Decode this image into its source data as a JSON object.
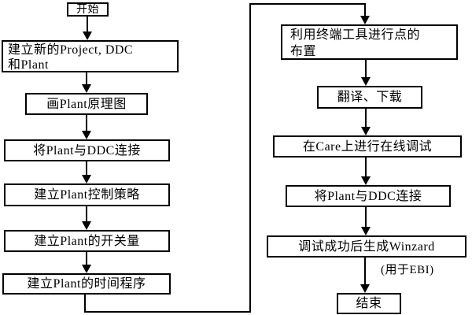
{
  "flowchart": {
    "colors": {
      "background": "#ffffff",
      "line": "#000000",
      "box_border": "#000000",
      "text": "#000000"
    },
    "nodes": {
      "start": "开始",
      "create_project": "建立新的Project, DDC\n和Plant",
      "draw_plant_diagram": "画Plant原理图",
      "connect_plant_ddc_left": "将Plant与DDC连接",
      "create_control_strategy": "建立Plant控制策略",
      "create_switch_quantity": "建立Plant的开关量",
      "create_time_program": "建立Plant的时间程序",
      "terminal_point_layout": "利用终端工具进行点的\n布置",
      "translate_download": "翻译、下载",
      "online_debug_care": "在Care上进行在线调试",
      "connect_plant_ddc_right": "将Plant与DDC连接",
      "generate_winzard": "调试成功后生成Winzard",
      "winzard_note": "(用于EBI)",
      "end": "结束"
    }
  }
}
